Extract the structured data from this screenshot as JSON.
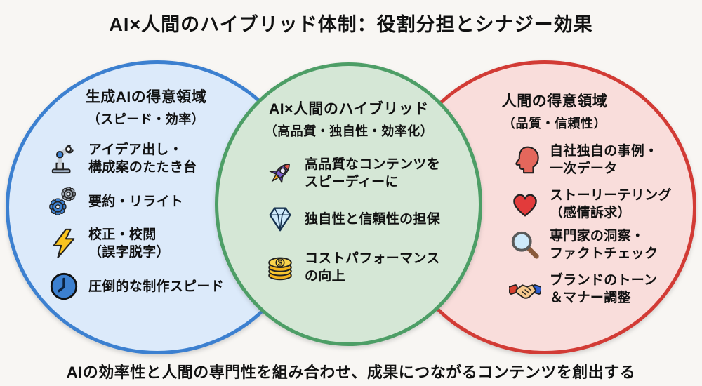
{
  "title": "AI×人間のハイブリッド体制：役割分担とシナジー効果",
  "footer": "AIの効率性と人間の専門性を組み合わせ、成果につながるコンテンツを創出する",
  "colors": {
    "background": "#f8f6f3",
    "ai_border": "#3c80d0",
    "ai_fill": "#dceafa",
    "hybrid_border": "#4d9e66",
    "hybrid_fill": "#d5e7d6",
    "human_border": "#d23b35",
    "human_fill": "#f9dddb",
    "text": "#111111"
  },
  "circles": {
    "ai": {
      "title": "生成AIの得意領域",
      "subtitle": "（スピード・効率）",
      "items": [
        {
          "icon": "robot-arm-icon",
          "lines": [
            "アイデア出し・",
            "構成案のたたき台"
          ]
        },
        {
          "icon": "gears-icon",
          "lines": [
            "要約・リライト"
          ]
        },
        {
          "icon": "lightning-icon",
          "lines": [
            "校正・校閲",
            "（誤字脱字）"
          ]
        },
        {
          "icon": "clock-icon",
          "lines": [
            "圧倒的な制作スピード"
          ]
        }
      ]
    },
    "hybrid": {
      "title": "AI×人間のハイブリッド",
      "subtitle": "（高品質・独自性・効率化）",
      "items": [
        {
          "icon": "rocket-icon",
          "lines": [
            "高品質なコンテンツを",
            "スピーディーに"
          ]
        },
        {
          "icon": "diamond-icon",
          "lines": [
            "独自性と信頼性の担保"
          ]
        },
        {
          "icon": "coins-icon",
          "lines": [
            "コストパフォーマンス",
            "の向上"
          ]
        }
      ]
    },
    "human": {
      "title": "人間の得意領域",
      "subtitle": "（品質・信頼性）",
      "items": [
        {
          "icon": "head-profile-icon",
          "lines": [
            "自社独自の事例・",
            "一次データ"
          ]
        },
        {
          "icon": "heart-icon",
          "lines": [
            "ストーリーテリング",
            "（感情訴求）"
          ]
        },
        {
          "icon": "magnifier-icon",
          "lines": [
            "専門家の洞察・",
            "ファクトチェック"
          ]
        },
        {
          "icon": "handshake-icon",
          "lines": [
            "ブランドのトーン",
            "＆マナー調整"
          ]
        }
      ]
    }
  }
}
